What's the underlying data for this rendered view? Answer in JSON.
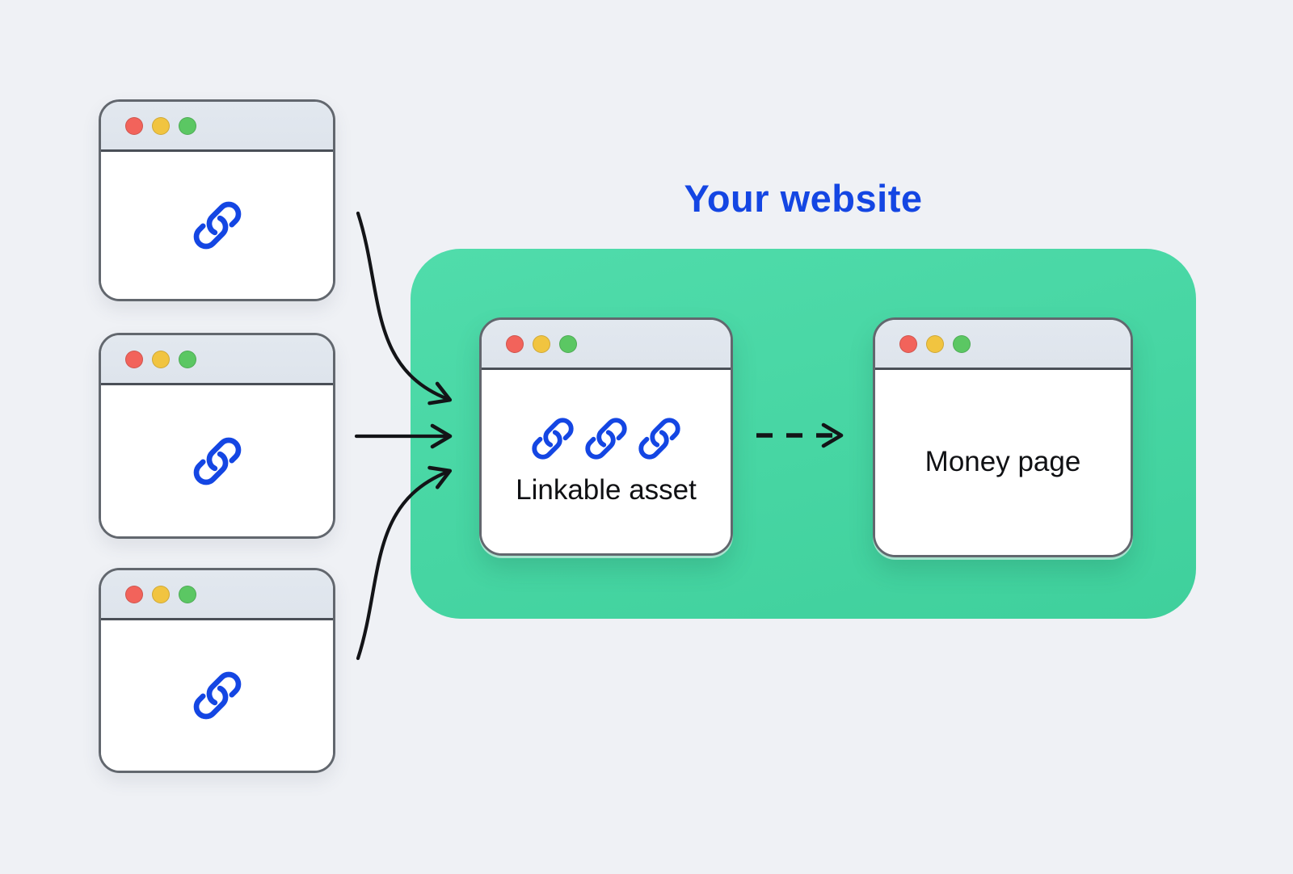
{
  "your_website": {
    "label": "Your website"
  },
  "source_windows": [
    {
      "id": "source-window-1",
      "icon": "link-icon"
    },
    {
      "id": "source-window-2",
      "icon": "link-icon"
    },
    {
      "id": "source-window-3",
      "icon": "link-icon"
    }
  ],
  "linkable_asset": {
    "label": "Linkable asset",
    "icons": [
      "link-icon",
      "link-icon",
      "link-icon"
    ]
  },
  "money_page": {
    "label": "Money page"
  },
  "traffic_lights": [
    "close",
    "minimize",
    "maximize"
  ],
  "diagram": {
    "flows": [
      {
        "from": "source-window-1",
        "to": "linkable-asset-window",
        "style": "solid-curved"
      },
      {
        "from": "source-window-2",
        "to": "linkable-asset-window",
        "style": "solid-straight"
      },
      {
        "from": "source-window-3",
        "to": "linkable-asset-window",
        "style": "solid-curved"
      },
      {
        "from": "linkable-asset-window",
        "to": "money-page-window",
        "style": "dashed"
      }
    ]
  },
  "colors": {
    "background": "#eff1f5",
    "accent_blue": "#1446e3",
    "panel_green_top": "#50dcab",
    "panel_green_bottom": "#3fd09c",
    "window_titlebar": "#dee4ec",
    "window_border": "#62676e",
    "titlebar_separator": "#4a4f57",
    "dot_red": "#f2635b",
    "dot_yellow": "#f1c440",
    "dot_green": "#5bc763",
    "arrow": "#131417",
    "label_text": "#101114"
  }
}
